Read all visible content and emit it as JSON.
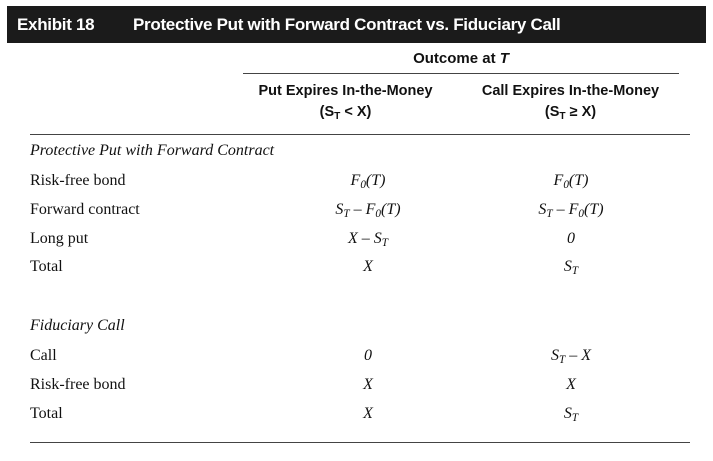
{
  "exhibit": {
    "number": "Exhibit 18",
    "title": "Protective Put with Forward Contract vs. Fiduciary Call"
  },
  "table": {
    "group_header": "Outcome at T",
    "columns": [
      {
        "label": "Put Expires In-the-Money",
        "condition": "(ST < X)"
      },
      {
        "label": "Call Expires In-the-Money",
        "condition": "(ST ≥ X)"
      }
    ],
    "sections": [
      {
        "title": "Protective Put with Forward Contract",
        "rows": [
          {
            "label": "Risk-free bond",
            "put_itm": "F0(T)",
            "call_itm": "F0(T)"
          },
          {
            "label": "Forward contract",
            "put_itm": "ST – F0(T)",
            "call_itm": "ST – F0(T)"
          },
          {
            "label": "Long put",
            "put_itm": "X – ST",
            "call_itm": "0"
          },
          {
            "label": "Total",
            "put_itm": "X",
            "call_itm": "ST"
          }
        ]
      },
      {
        "title": "Fiduciary Call",
        "rows": [
          {
            "label": "Call",
            "put_itm": "0",
            "call_itm": "ST – X"
          },
          {
            "label": "Risk-free bond",
            "put_itm": "X",
            "call_itm": "X"
          },
          {
            "label": "Total",
            "put_itm": "X",
            "call_itm": "ST"
          }
        ]
      }
    ]
  }
}
